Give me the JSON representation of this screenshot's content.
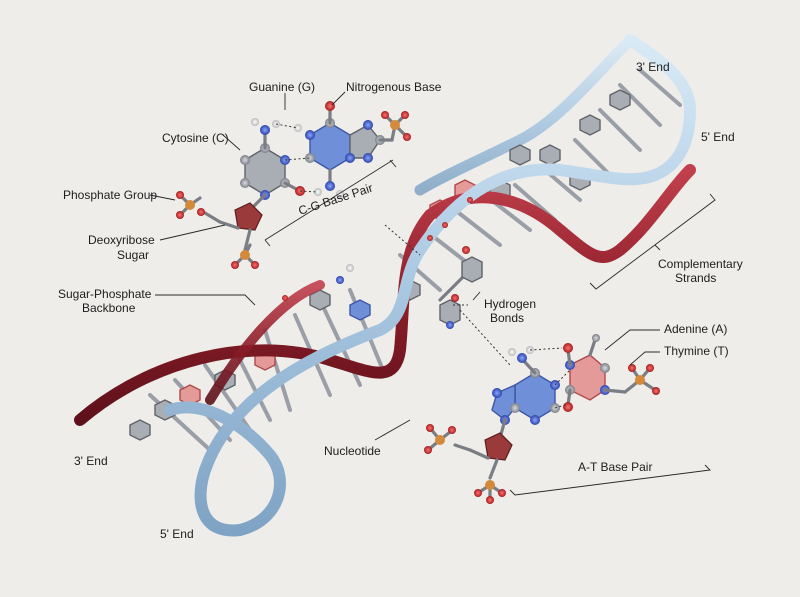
{
  "labels": {
    "guanine": "Guanine (G)",
    "nitrogenous_base": "Nitrogenous Base",
    "cytosine": "Cytosine (C)",
    "phosphate_group": "Phosphate Group",
    "deoxyribose_line1": "Deoxyribose",
    "deoxyribose_line2": "Sugar",
    "cg_base_pair": "C-G Base Pair",
    "backbone_line1": "Sugar-Phosphate",
    "backbone_line2": "Backbone",
    "hydrogen_line1": "Hydrogen",
    "hydrogen_line2": "Bonds",
    "adenine": "Adenine (A)",
    "thymine": "Thymine (T)",
    "nucleotide": "Nucleotide",
    "at_base_pair": "A-T Base Pair",
    "complementary_line1": "Complementary",
    "complementary_line2": "Strands",
    "end_3_top": "3' End",
    "end_5_top": "5' End",
    "end_3_bottom": "3' End",
    "end_5_bottom": "5' End"
  },
  "colors": {
    "background": "#eeedea",
    "strand_red": "#8e1f2a",
    "strand_blue": "#a9c8e2",
    "carbon": "#a9adb4",
    "nitrogen": "#4a63c4",
    "oxygen": "#c03030",
    "hydrogen": "#ffffff"
  },
  "icons": [
    "dna-double-helix",
    "cytosine-molecule",
    "guanine-molecule",
    "adenine-molecule",
    "thymine-molecule",
    "phosphate-group",
    "deoxyribose-sugar"
  ]
}
